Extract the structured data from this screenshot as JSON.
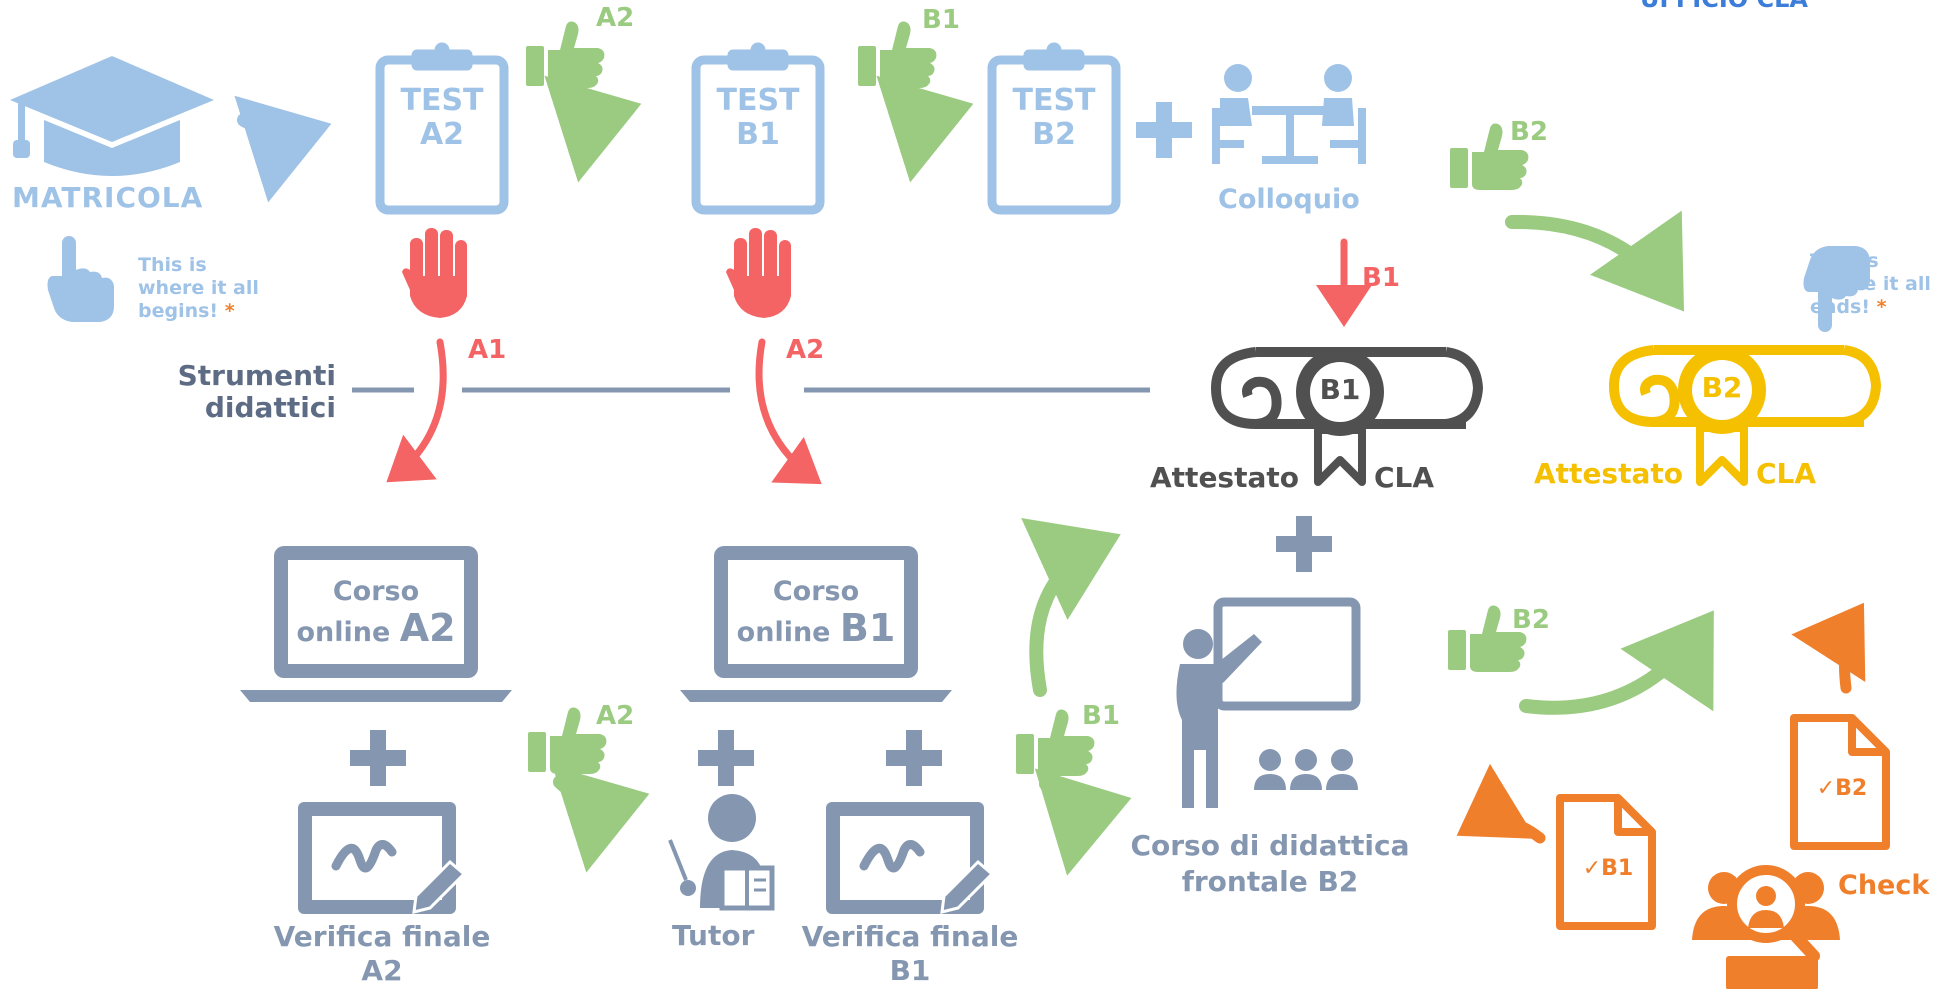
{
  "header": {
    "right_title": "UFFICIO CLA"
  },
  "start": {
    "label": "MATRICOLA",
    "note_line1": "This is",
    "note_line2": "where it all",
    "note_line3": "begins!",
    "note_star": "*"
  },
  "tests": {
    "a2": {
      "line1": "TEST",
      "line2": "A2"
    },
    "b1": {
      "line1": "TEST",
      "line2": "B1"
    },
    "b2": {
      "line1": "TEST",
      "line2": "B2"
    }
  },
  "colloquio": {
    "label": "Colloquio"
  },
  "thumb_labels": {
    "after_a2_test": "A2",
    "after_b1_test": "B1",
    "after_colloquio": "B2",
    "after_verifica_a2": "A2",
    "after_verifica_b1": "B1",
    "after_corso_frontale": "B2"
  },
  "stop_labels": {
    "a2_fail": "A1",
    "b1_fail": "A2",
    "colloquio_result": "B1"
  },
  "strumenti": {
    "line1": "Strumenti",
    "line2": "didattici"
  },
  "attestato_b1": {
    "left": "Attestato",
    "badge": "B1",
    "right": "CLA"
  },
  "attestato_b2": {
    "left": "Attestato",
    "badge": "B2",
    "right": "CLA"
  },
  "end": {
    "note_line1": "This is",
    "note_line2": "where it all",
    "note_line3": "ends!",
    "note_star": "*"
  },
  "courses": {
    "a2": {
      "line1": "Corso",
      "line2_a": "online",
      "line2_b": "A2"
    },
    "b1": {
      "line1": "Corso",
      "line2_a": "online",
      "line2_b": "B1"
    }
  },
  "verifica_a2": {
    "line1": "Verifica finale",
    "line2": "A2"
  },
  "verifica_b1": {
    "line1": "Verifica finale",
    "line2": "B1"
  },
  "tutor": {
    "label": "Tutor"
  },
  "corso_frontale": {
    "line1": "Corso di didattica",
    "line2": "frontale B2"
  },
  "docs": {
    "b1": "✓B1",
    "b2": "✓B2"
  },
  "check": {
    "label": "Check"
  },
  "colors": {
    "blue": "#9fc2e7",
    "slate": "#8597b0",
    "green": "#9acb80",
    "red": "#f46464",
    "gold": "#f5c000",
    "orange": "#f07f2c",
    "grey": "#505050"
  }
}
